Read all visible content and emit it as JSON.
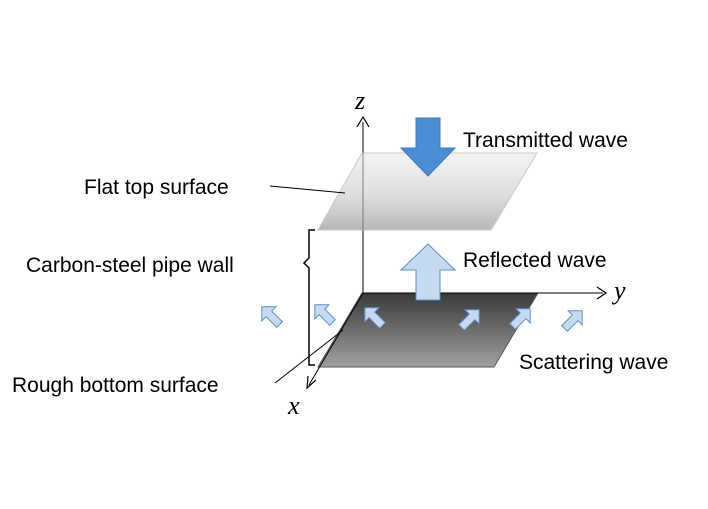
{
  "axes": {
    "x": "x",
    "y": "y",
    "z": "z"
  },
  "labels": {
    "transmitted": "Transmitted wave",
    "flat_top": "Flat top surface",
    "reflected": "Reflected wave",
    "pipe_wall": "Carbon-steel pipe wall",
    "scattering": "Scattering wave",
    "rough_bottom": "Rough bottom surface"
  },
  "colors": {
    "transmitted_arrow": "#4a8fd4",
    "reflected_arrow": "#c5daf0",
    "arrow_outline": "#5a8fc8",
    "top_plane_light": "#f2f2f2",
    "top_plane_dark": "#bdbdbd",
    "bottom_plane_dark": "#3a3a3a",
    "bottom_plane_light": "#9a9a9a"
  },
  "icons": {
    "transmitted": "arrow-down-icon",
    "reflected": "arrow-up-icon",
    "scatter": "arrow-diagonal-icon"
  }
}
